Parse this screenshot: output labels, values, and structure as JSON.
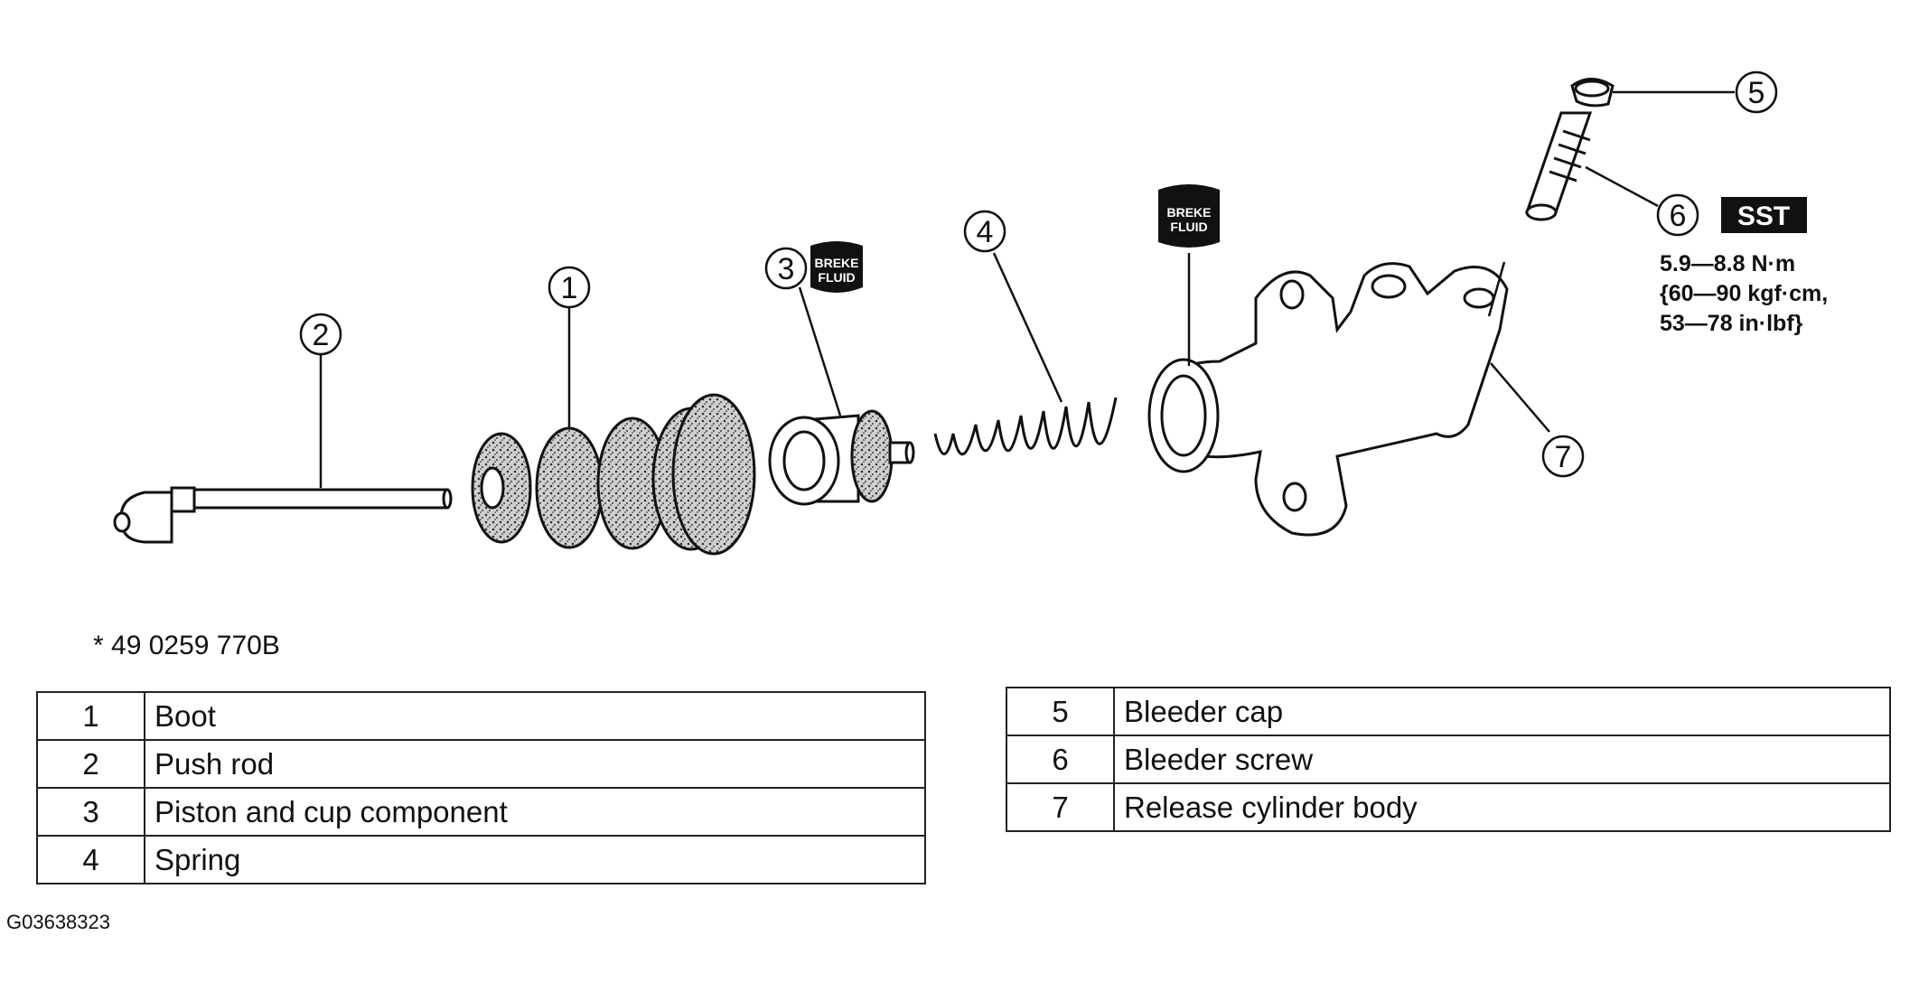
{
  "callouts": [
    "1",
    "2",
    "3",
    "4",
    "5",
    "6",
    "7"
  ],
  "fluid_badge": {
    "line1": "BREKE",
    "line2": "FLUID"
  },
  "sst_badge": "SST",
  "torque_spec": [
    "5.9—8.8 N·m",
    "{60—90 kgf·cm,",
    "53—78 in·lbf}"
  ],
  "part_number": "* 49 0259 770B",
  "figure_code": "G03638323",
  "legend_left": [
    {
      "num": "1",
      "label": "Boot"
    },
    {
      "num": "2",
      "label": "Push rod"
    },
    {
      "num": "3",
      "label": "Piston and cup component"
    },
    {
      "num": "4",
      "label": "Spring"
    }
  ],
  "legend_right": [
    {
      "num": "5",
      "label": "Bleeder cap"
    },
    {
      "num": "6",
      "label": "Bleeder screw"
    },
    {
      "num": "7",
      "label": "Release cylinder body"
    }
  ]
}
